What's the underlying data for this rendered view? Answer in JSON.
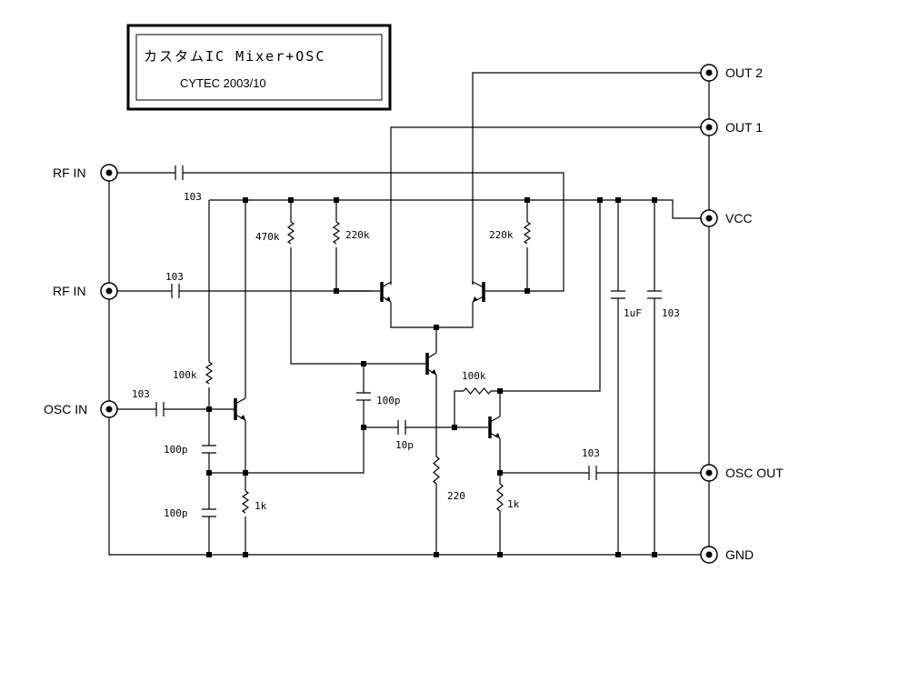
{
  "title_block": {
    "title": "カスタムIC Mixer+OSC",
    "author_date": "CYTEC  2003/10"
  },
  "terminals": {
    "rf_in_1": "RF IN",
    "rf_in_2": "RF IN",
    "osc_in": "OSC IN",
    "out_2": "OUT 2",
    "out_1": "OUT 1",
    "vcc": "VCC",
    "osc_out": "OSC OUT",
    "gnd": "GND"
  },
  "components": {
    "c_rf1": "103",
    "c_rf2": "103",
    "c_osc_in": "103",
    "r_470k": "470k",
    "r_220k_left": "220k",
    "r_220k_right": "220k",
    "r_100k_bias": "100k",
    "c_100p_upper": "100p",
    "c_100p_lower": "100p",
    "r_1k_left": "1k",
    "c_100p_mid": "100p",
    "c_10p": "10p",
    "r_100k_fb": "100k",
    "r_220": "220",
    "r_1k_right": "1k",
    "c_1uf": "1uF",
    "c_103_bypass": "103",
    "c_osc_out": "103"
  }
}
